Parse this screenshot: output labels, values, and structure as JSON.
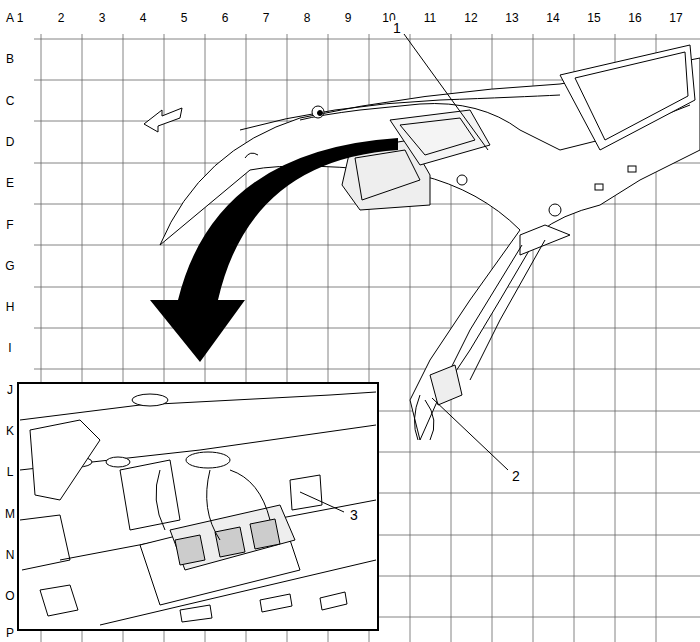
{
  "diagram": {
    "labels": [
      "1",
      "2",
      "3",
      "4",
      "5",
      "6",
      "7",
      "8",
      "9",
      "10",
      "11",
      "12",
      "13",
      "14",
      "15",
      "16",
      "17",
      "A",
      "B",
      "C",
      "D",
      "E",
      "F",
      "G",
      "H",
      "I",
      "J",
      "K",
      "L",
      "M",
      "N",
      "O",
      "P",
      "1",
      "2",
      "3"
    ]
  }
}
